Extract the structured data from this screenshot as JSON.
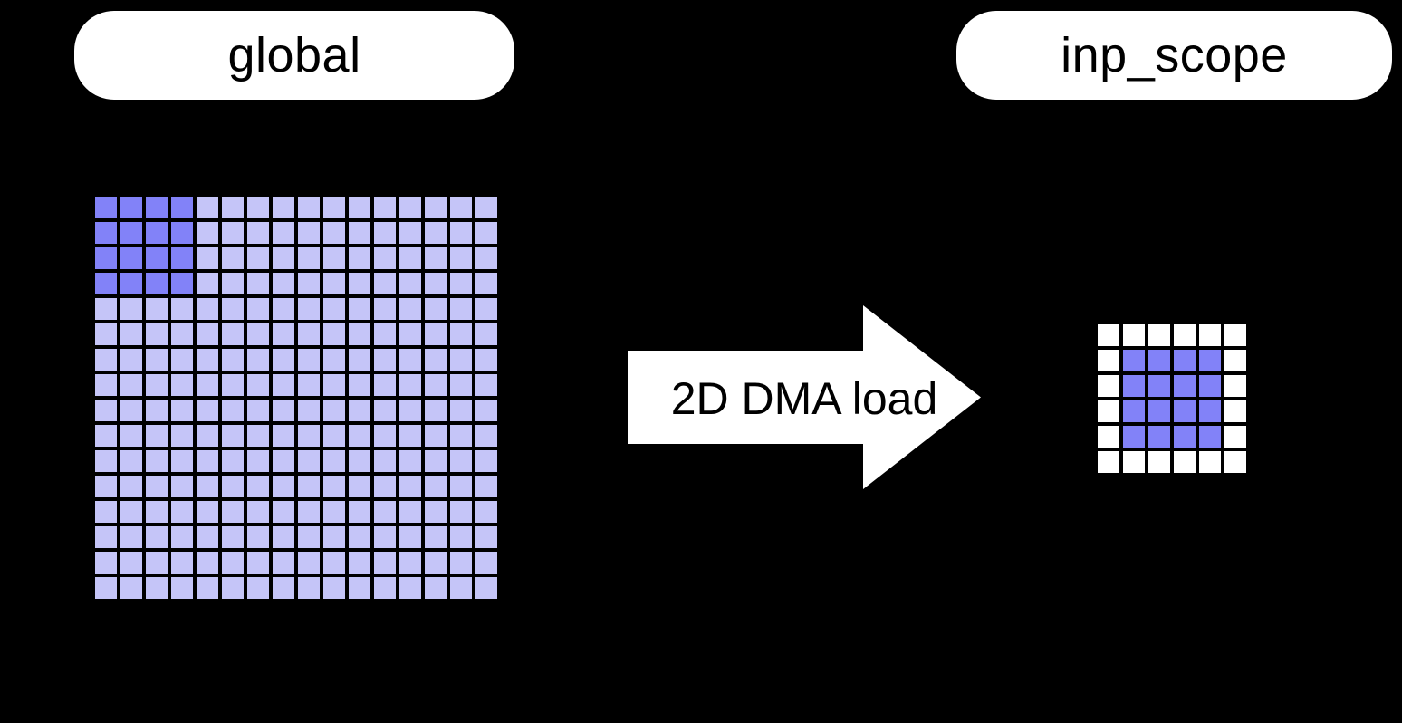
{
  "labels": {
    "global": "global",
    "inp_scope": "inp_scope"
  },
  "arrow": {
    "label": "2D DMA load",
    "fill": "#FFFFFF"
  },
  "colors": {
    "background": "#000000",
    "pill_bg": "#FFFFFF",
    "pill_text": "#000000",
    "arrow_fill": "#FFFFFF",
    "arrow_text": "#000000",
    "cell_light": "#C5C5F8",
    "cell_dark": "#8282F8",
    "cell_white": "#FFFFFF",
    "grid_line": "#000000"
  },
  "grids": {
    "global_grid": {
      "rows": 16,
      "cols": 16,
      "base_fill": "cell_light",
      "highlight": {
        "fill": "cell_dark",
        "row_start": 0,
        "row_end": 3,
        "col_start": 0,
        "col_end": 3
      }
    },
    "inp_grid": {
      "rows": 6,
      "cols": 6,
      "base_fill": "cell_white",
      "highlight": {
        "fill": "cell_dark",
        "row_start": 1,
        "row_end": 4,
        "col_start": 1,
        "col_end": 4
      }
    }
  }
}
